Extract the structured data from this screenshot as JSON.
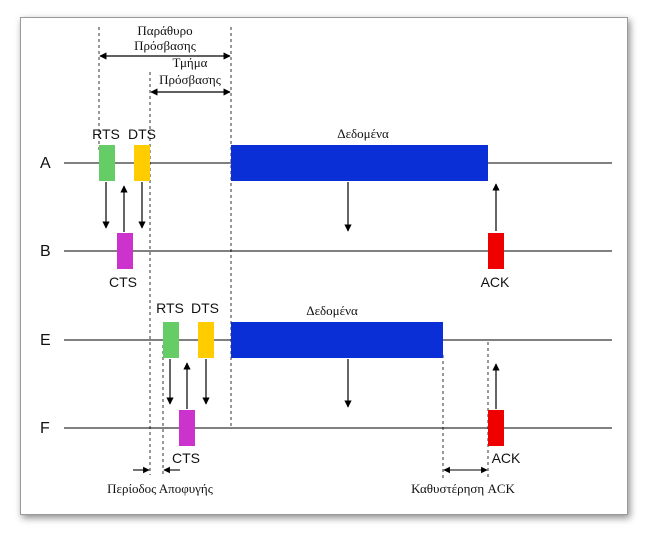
{
  "top_annotations": {
    "contention_window_line1": "Παράθυρο",
    "contention_window_line2": "Πρόσβασης",
    "access_slot_line1": "Τμήμα",
    "access_slot_line2": "Πρόσβασης"
  },
  "bottom_annotations": {
    "backoff_period": "Περίοδος Αποφυγής",
    "ack_delay": "Καθυστέρηση ACK"
  },
  "stations": [
    {
      "label": "A"
    },
    {
      "label": "B"
    },
    {
      "label": "E"
    },
    {
      "label": "F"
    }
  ],
  "frames": {
    "rts_a": "RTS",
    "dts_a": "DTS",
    "cts_b": "CTS",
    "data_a": "Δεδομένα",
    "ack_b": "ACK",
    "rts_e": "RTS",
    "dts_e": "DTS",
    "cts_f": "CTS",
    "data_e": "Δεδομένα",
    "ack_f": "ACK"
  },
  "colors": {
    "rts": "#66cc66",
    "dts": "#ffcc00",
    "cts": "#cc33cc",
    "data": "#0a2fd6",
    "ack": "#ee0000"
  }
}
